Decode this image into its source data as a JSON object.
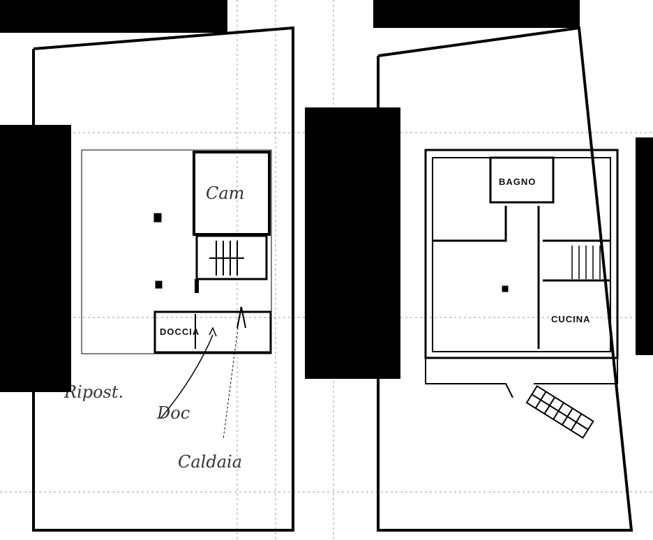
{
  "document": {
    "left_plan": {
      "room_labels": [
        "DOCCIA"
      ],
      "handwritten_notes": [
        "Cam",
        "Ripost.",
        "Doc",
        "Caldaia"
      ]
    },
    "right_plan": {
      "room_labels": [
        "BAGNO",
        "CUCINA"
      ]
    }
  },
  "colors": {
    "ink": "#000000",
    "paper": "#ffffff",
    "redaction": "#000000"
  }
}
